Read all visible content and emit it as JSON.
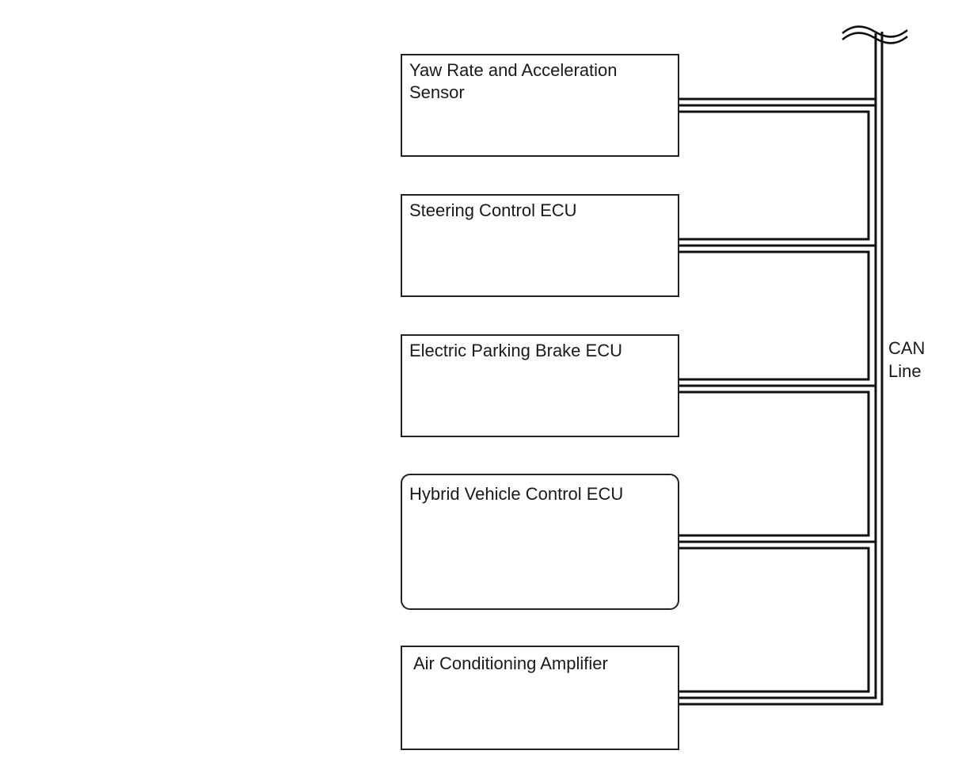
{
  "diagram": {
    "nodes": [
      {
        "id": "yaw",
        "label": "Yaw Rate and Acceleration Sensor",
        "shape": "rect"
      },
      {
        "id": "steering",
        "label": "Steering Control ECU",
        "shape": "rect"
      },
      {
        "id": "epb",
        "label": "Electric Parking Brake ECU",
        "shape": "rect"
      },
      {
        "id": "hv",
        "label": "Hybrid Vehicle Control ECU",
        "shape": "rounded-rect"
      },
      {
        "id": "ac",
        "label": "Air Conditioning Amplifier",
        "shape": "rect"
      }
    ],
    "bus": {
      "label": "CAN\nLine",
      "connects": [
        "yaw",
        "steering",
        "epb",
        "hv",
        "ac"
      ],
      "continues_beyond_top": true
    }
  }
}
